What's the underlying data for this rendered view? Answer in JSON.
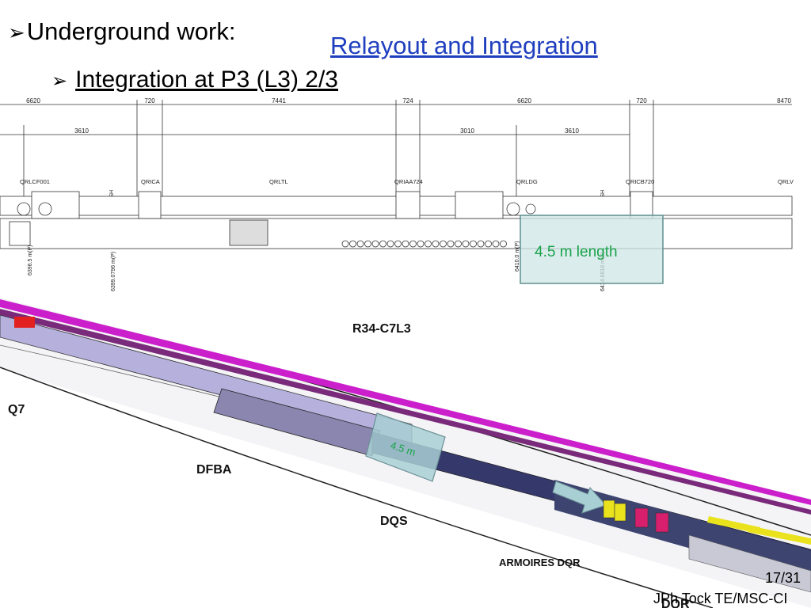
{
  "slide": {
    "heading": "Underground work:",
    "top_link": "Relayout and Integration",
    "subheading": "Integration at P3 (L3) 2/3"
  },
  "drawing": {
    "top_dims": [
      "6620",
      "720",
      "7441",
      "724",
      "6620",
      "720",
      "8470"
    ],
    "sub_dims": [
      "3610",
      "3010",
      "3610"
    ],
    "element_labels": [
      "QRLCF001",
      "QRICA",
      "QRLTL",
      "QRIAA724",
      "QRLDG",
      "QRICB720",
      "QRLV"
    ],
    "vertical_tags": [
      "VVRSH",
      "VVRSH"
    ],
    "elevations": [
      "6396.5 m(P)",
      "6399.0796 m(P)",
      "6410.0 m(P)",
      "6414.6818 m(P)"
    ],
    "highlight_label": "4.5 m length"
  },
  "render": {
    "zone_labels": [
      "R34-C7L3",
      "Q7",
      "DFBA",
      "DQS",
      "ARMOIRES DQR",
      "DQR"
    ],
    "box_label": "4.5 m"
  },
  "footer": {
    "page": "17/31",
    "author": "JPh Tock TE/MSC-CI"
  },
  "colors": {
    "link": "#1f3fbf",
    "highlight_fill": "#cfe6e6",
    "highlight_stroke": "#5f8f8f",
    "highlight_text": "#1aa34a",
    "magenta": "#cc1fcc",
    "tunnel_purple": "#b6b0dd",
    "dqr_yellow": "#e9e21c"
  }
}
